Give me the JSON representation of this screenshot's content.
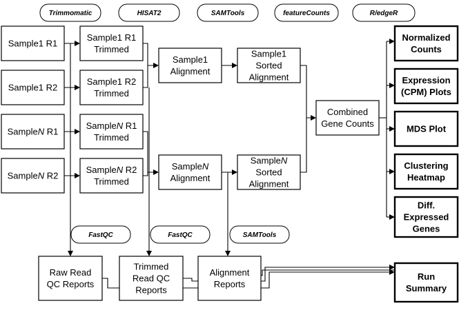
{
  "tools": [
    {
      "id": "trimmomatic",
      "label": "Trimmomatic"
    },
    {
      "id": "hisat2",
      "label": "HISAT2"
    },
    {
      "id": "samtools_top",
      "label": "SAMTools"
    },
    {
      "id": "featurecounts",
      "label": "featureCounts"
    },
    {
      "id": "r_edger",
      "label": "R/edgeR"
    },
    {
      "id": "fastqc_1",
      "label": "FastQC"
    },
    {
      "id": "fastqc_2",
      "label": "FastQC"
    },
    {
      "id": "samtools_bottom",
      "label": "SAMTools"
    }
  ],
  "nodes": [
    {
      "id": "s1r1",
      "lines": [
        [
          "Sample1 R1"
        ]
      ]
    },
    {
      "id": "s1r2",
      "lines": [
        [
          "Sample1 R2"
        ]
      ]
    },
    {
      "id": "snr1",
      "lines": [
        [
          "Sample",
          "N",
          " R1"
        ]
      ]
    },
    {
      "id": "snr2",
      "lines": [
        [
          "Sample",
          "N",
          " R2"
        ]
      ]
    },
    {
      "id": "t1r1",
      "lines": [
        [
          "Sample1 R1"
        ],
        [
          "Trimmed"
        ]
      ]
    },
    {
      "id": "t1r2",
      "lines": [
        [
          "Sample1 R2"
        ],
        [
          "Trimmed"
        ]
      ]
    },
    {
      "id": "tnr1",
      "lines": [
        [
          "Sample",
          "N",
          " R1"
        ],
        [
          "Trimmed"
        ]
      ]
    },
    {
      "id": "tnr2",
      "lines": [
        [
          "Sample",
          "N",
          " R2"
        ],
        [
          "Trimmed"
        ]
      ]
    },
    {
      "id": "a1",
      "lines": [
        [
          "Sample1"
        ],
        [
          "Alignment"
        ]
      ]
    },
    {
      "id": "an",
      "lines": [
        [
          "Sample",
          "N"
        ],
        [
          "Alignment"
        ]
      ]
    },
    {
      "id": "sa1",
      "lines": [
        [
          "Sample1"
        ],
        [
          "Sorted"
        ],
        [
          "Alignment"
        ]
      ]
    },
    {
      "id": "san",
      "lines": [
        [
          "Sample",
          "N"
        ],
        [
          "Sorted"
        ],
        [
          "Alignment"
        ]
      ]
    },
    {
      "id": "cgc",
      "lines": [
        [
          "Combined"
        ],
        [
          "Gene Counts"
        ]
      ]
    },
    {
      "id": "norm",
      "lines": [
        [
          "Normalized"
        ],
        [
          "Counts"
        ]
      ]
    },
    {
      "id": "cpm",
      "lines": [
        [
          "Expression"
        ],
        [
          "(CPM) Plots"
        ]
      ]
    },
    {
      "id": "mds",
      "lines": [
        [
          "MDS Plot"
        ]
      ]
    },
    {
      "id": "heat",
      "lines": [
        [
          "Clustering"
        ],
        [
          "Heatmap"
        ]
      ]
    },
    {
      "id": "deg",
      "lines": [
        [
          "Diff."
        ],
        [
          "Expressed"
        ],
        [
          "Genes"
        ]
      ]
    },
    {
      "id": "rawqc",
      "lines": [
        [
          "Raw Read"
        ],
        [
          "QC Reports"
        ]
      ]
    },
    {
      "id": "trimqc",
      "lines": [
        [
          "Trimmed"
        ],
        [
          "Read QC"
        ],
        [
          "Reports"
        ]
      ]
    },
    {
      "id": "alnrep",
      "lines": [
        [
          "Alignment"
        ],
        [
          "Reports"
        ]
      ]
    },
    {
      "id": "runsum",
      "lines": [
        [
          "Run"
        ],
        [
          "Summary"
        ]
      ]
    }
  ]
}
